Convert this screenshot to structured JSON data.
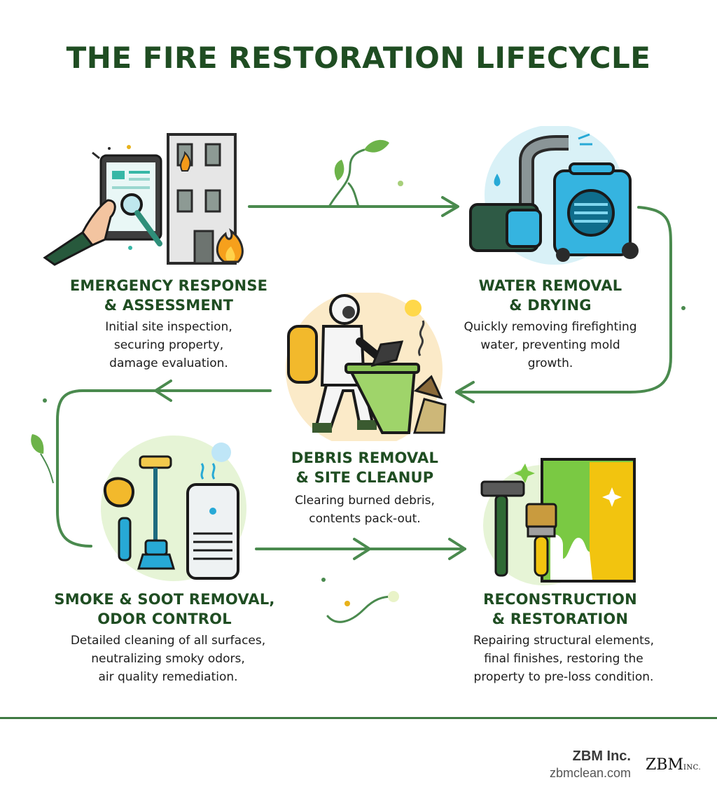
{
  "title": "THE FIRE RESTORATION LIFECYCLE",
  "stages": [
    {
      "title_lines": [
        "EMERGENCY RESPONSE",
        "& ASSESSMENT"
      ],
      "desc_lines": [
        "Initial site inspection,",
        "securing property,",
        "damage evaluation."
      ],
      "icon": "tablet-inspection-building-fire-icon"
    },
    {
      "title_lines": [
        "WATER REMOVAL",
        "& DRYING"
      ],
      "desc_lines": [
        "Quickly removing firefighting",
        "water, preventing mold",
        "growth."
      ],
      "icon": "water-pump-air-mover-icon"
    },
    {
      "title_lines": [
        "DEBRIS REMOVAL",
        "& SITE CLEANUP"
      ],
      "desc_lines": [
        "Clearing burned debris,",
        "contents pack-out."
      ],
      "icon": "hazmat-worker-debris-icon"
    },
    {
      "title_lines": [
        "SMOKE & SOOT REMOVAL,",
        "ODOR CONTROL"
      ],
      "desc_lines": [
        "Detailed cleaning of all surfaces,",
        "neutralizing smoky odors,",
        "air quality remediation."
      ],
      "icon": "cleaning-tools-air-purifier-icon"
    },
    {
      "title_lines": [
        "RECONSTRUCTION",
        "& RESTORATION"
      ],
      "desc_lines": [
        "Repairing structural elements,",
        "final finishes, restoring the",
        "property to pre-loss condition."
      ],
      "icon": "hammer-paintbrush-wall-icon"
    }
  ],
  "colors": {
    "title": "#1f4d22",
    "arrow": "#4a8a4e",
    "leaf": "#6db34a",
    "footer_line": "#3f7a43"
  },
  "footer": {
    "company": "ZBM Inc.",
    "url": "zbmclean.com",
    "logo_main": "ZBM",
    "logo_small": "INC."
  }
}
